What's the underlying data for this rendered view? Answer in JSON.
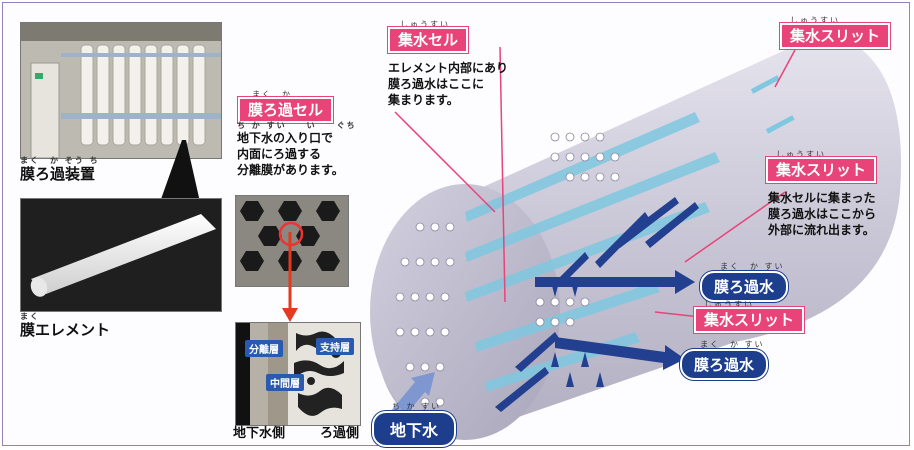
{
  "left_panel": {
    "device": {
      "label": "膜ろ過装置",
      "ruby": "まく　か そう ち"
    },
    "element": {
      "label": "膜エレメント",
      "ruby": "まく"
    }
  },
  "middle_panel": {
    "cell_label": {
      "text": "膜ろ過セル",
      "ruby": "まく　か"
    },
    "cell_desc": [
      "地下水の入り口で",
      "内面にろ過する",
      "分離膜があります。"
    ],
    "cell_desc_ruby": "ち か すい　　い　　ぐち",
    "micro_labels": {
      "separation": "分離層",
      "middle": "中間層",
      "support": "支持層"
    },
    "side_labels": {
      "ground": "地下水側",
      "filter": "ろ過側"
    }
  },
  "diagram": {
    "collection_cell": {
      "text": "集水セル",
      "ruby": "しゅうすい"
    },
    "collection_cell_desc": [
      "エレメント内部にあり",
      "膜ろ過水はここに",
      "集まります。"
    ],
    "slit_top": {
      "text": "集水スリット",
      "ruby": "しゅうすい"
    },
    "slit_mid": {
      "text": "集水スリット",
      "ruby": "しゅうすい"
    },
    "slit_mid_desc": [
      "集水セルに集まった",
      "膜ろ過水はここから",
      "外部に流れ出ます。"
    ],
    "slit_low": {
      "text": "集水スリット",
      "ruby": "しゅうすい"
    },
    "filtered_1": {
      "text": "膜ろ過水",
      "ruby": "まく　か すい"
    },
    "filtered_2": {
      "text": "膜ろ過水",
      "ruby": "まく　か すい"
    },
    "groundwater": {
      "text": "地下水",
      "ruby": "ち か すい"
    }
  },
  "colors": {
    "pink": "#e8447a",
    "navy": "#1d3e8c",
    "cylinder": "#c9c6d6",
    "water": "#8fd3e8"
  }
}
